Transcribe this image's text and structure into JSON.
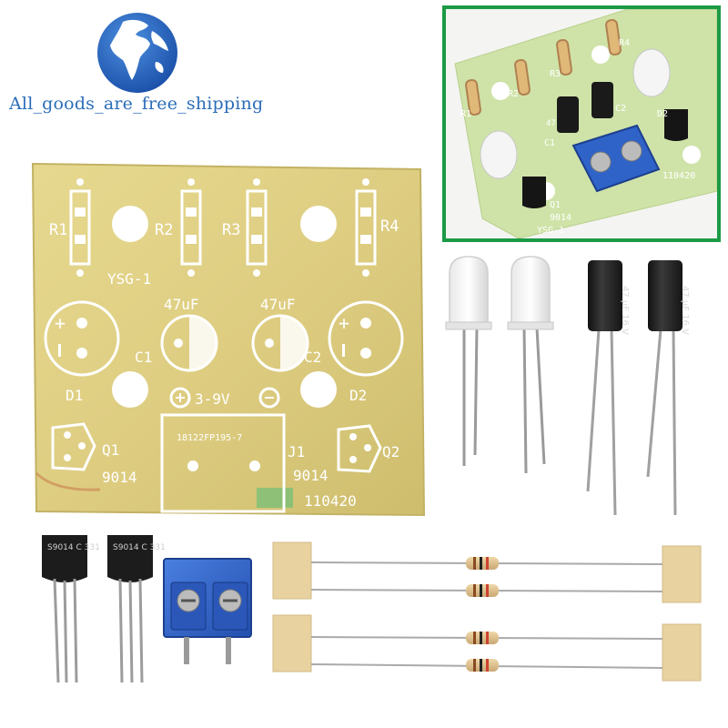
{
  "brand": {
    "watermark_text": "All_goods_are_free_shipping"
  },
  "board": {
    "resistor_labels": [
      "R1",
      "R2",
      "R3",
      "R4"
    ],
    "model": "YSG-1",
    "cap_value_1": "47uF",
    "cap_value_2": "47uF",
    "cap_label_1": "C1",
    "cap_label_2": "C2",
    "led_label_1": "D1",
    "led_label_2": "D2",
    "power_label": "3-9V",
    "connector_label": "J1",
    "connector_part": "18122FP195-7",
    "transistor_label_1": "Q1",
    "transistor_label_2": "Q2",
    "transistor_part_1": "9014",
    "transistor_part_2": "9014",
    "date_code": "110420"
  },
  "inset": {
    "labels": [
      "R1",
      "R2",
      "R3",
      "R4",
      "C1",
      "C2",
      "D2",
      "Q1",
      "9014",
      "YSG-1",
      "110420",
      "47"
    ]
  },
  "components": {
    "capacitor_marking_1": "47 μF 16 V",
    "capacitor_marking_2": "47 μF 16 V",
    "transistor_marking_1": "S9014 C 331",
    "transistor_marking_2": "S9014 C 331"
  },
  "colors": {
    "pcb": "#e3d48a",
    "pcb_edge": "#c9b86a",
    "silkscreen": "#ffffff",
    "inset_border": "#1c9a46",
    "brand": "#2a6db8",
    "terminal_blue": "#2f63c8"
  }
}
